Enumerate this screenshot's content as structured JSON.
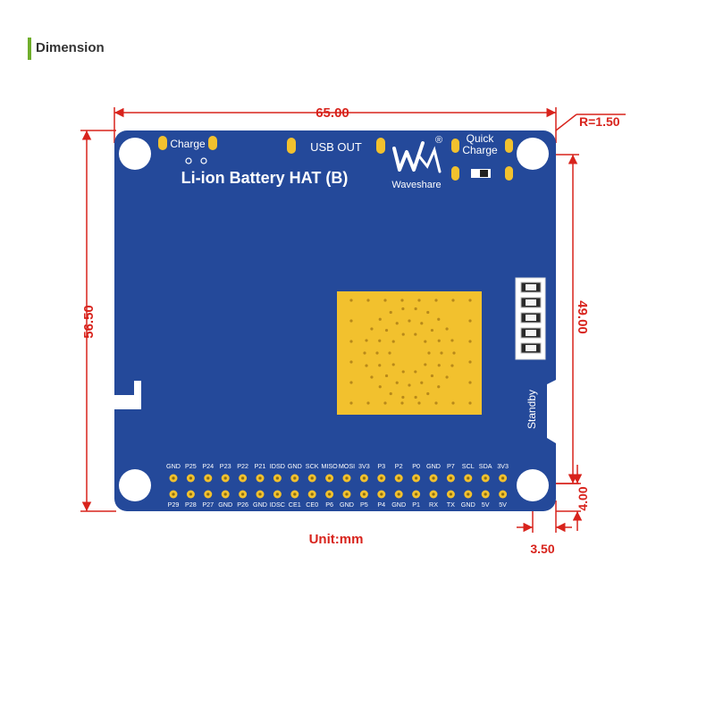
{
  "header": {
    "title": "Dimension"
  },
  "board": {
    "name": "Li-ion Battery HAT (B)",
    "brand": "Waveshare",
    "brand_mark": "®",
    "labels": {
      "charge": "Charge",
      "usb_out": "USB OUT",
      "quick": "Quick",
      "charge2": "Charge",
      "standby": "Standby"
    },
    "pins_top": [
      "GND",
      "P25",
      "P24",
      "P23",
      "P22",
      "P21",
      "IDSD",
      "GND",
      "SCK",
      "MISO",
      "MOSI",
      "3V3",
      "P3",
      "P2",
      "P0",
      "GND",
      "P7",
      "SCL",
      "SDA",
      "3V3"
    ],
    "pins_bottom": [
      "P29",
      "P28",
      "P27",
      "GND",
      "P26",
      "GND",
      "IDSC",
      "CE1",
      "CE0",
      "P6",
      "GND",
      "P5",
      "P4",
      "GND",
      "P1",
      "RX",
      "TX",
      "GND",
      "5V",
      "5V"
    ]
  },
  "dimensions": {
    "width": "65.00",
    "height": "56.50",
    "hole_span": "49.00",
    "radius": "R=1.50",
    "offset_x": "3.50",
    "offset_y": "4.00",
    "unit": "Unit:mm"
  },
  "colors": {
    "pcb": "#24499a",
    "pad": "#f2c12e",
    "dimension": "#d8231c",
    "accent": "#6fae2b"
  }
}
